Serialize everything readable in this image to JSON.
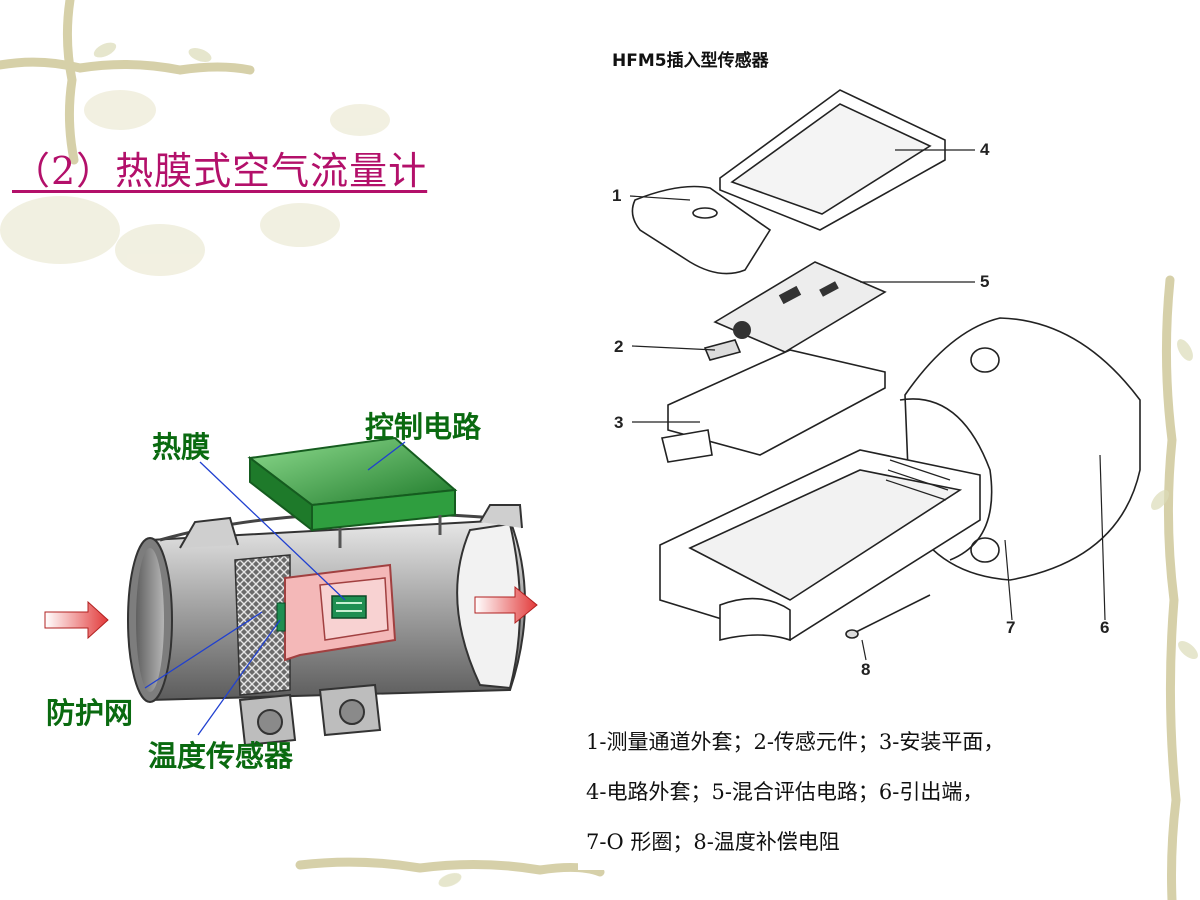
{
  "slide": {
    "title": "（2）热膜式空气流量计"
  },
  "left_figure": {
    "labels": {
      "hot_film": "热膜",
      "control_circuit": "控制电路",
      "protective_mesh": "防护网",
      "temp_sensor": "温度传感器"
    },
    "colors": {
      "label_green": "#0a6a10",
      "circuit_green": "#2f9e3f",
      "arrow_red": "#e23a3a"
    }
  },
  "right_figure": {
    "title": "HFM5插入型传感器",
    "part_numbers": [
      "1",
      "2",
      "3",
      "4",
      "5",
      "6",
      "7",
      "8"
    ],
    "captions": [
      "1-测量通道外套；2-传感元件；3-安装平面，",
      "4-电路外套；5-混合评估电路；6-引出端，",
      "7-O 形圈；8-温度补偿电阻"
    ]
  }
}
